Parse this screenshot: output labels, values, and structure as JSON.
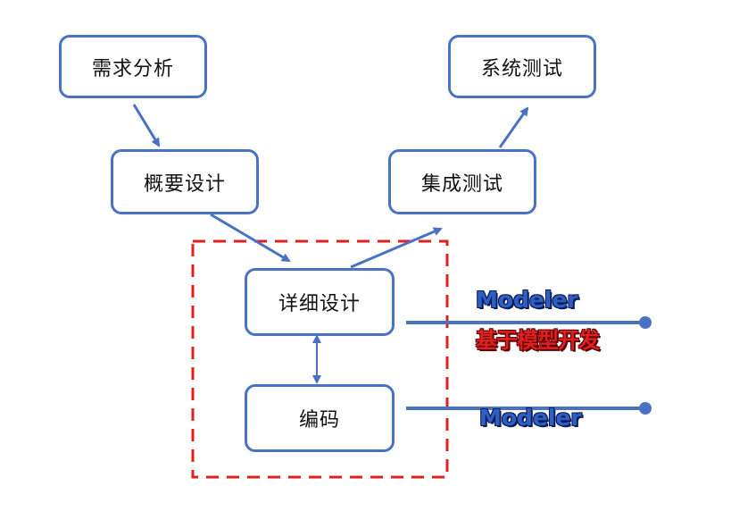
{
  "nodes": {
    "requirements_analysis": "需求分析",
    "preliminary_design": "概要设计",
    "detailed_design": "详细设计",
    "coding": "编码",
    "integration_test": "集成测试",
    "system_test": "系统测试"
  },
  "annotations": {
    "detailed_design_tool": "Modeler",
    "detailed_design_method": "基于模型开发",
    "coding_tool": "Modeler"
  },
  "colors": {
    "box_border": "#4a72c4",
    "arrow": "#4a72c4",
    "dashed_region": "#e02020",
    "annotation_blue": "#2f5fc4",
    "annotation_red": "#e02020"
  }
}
